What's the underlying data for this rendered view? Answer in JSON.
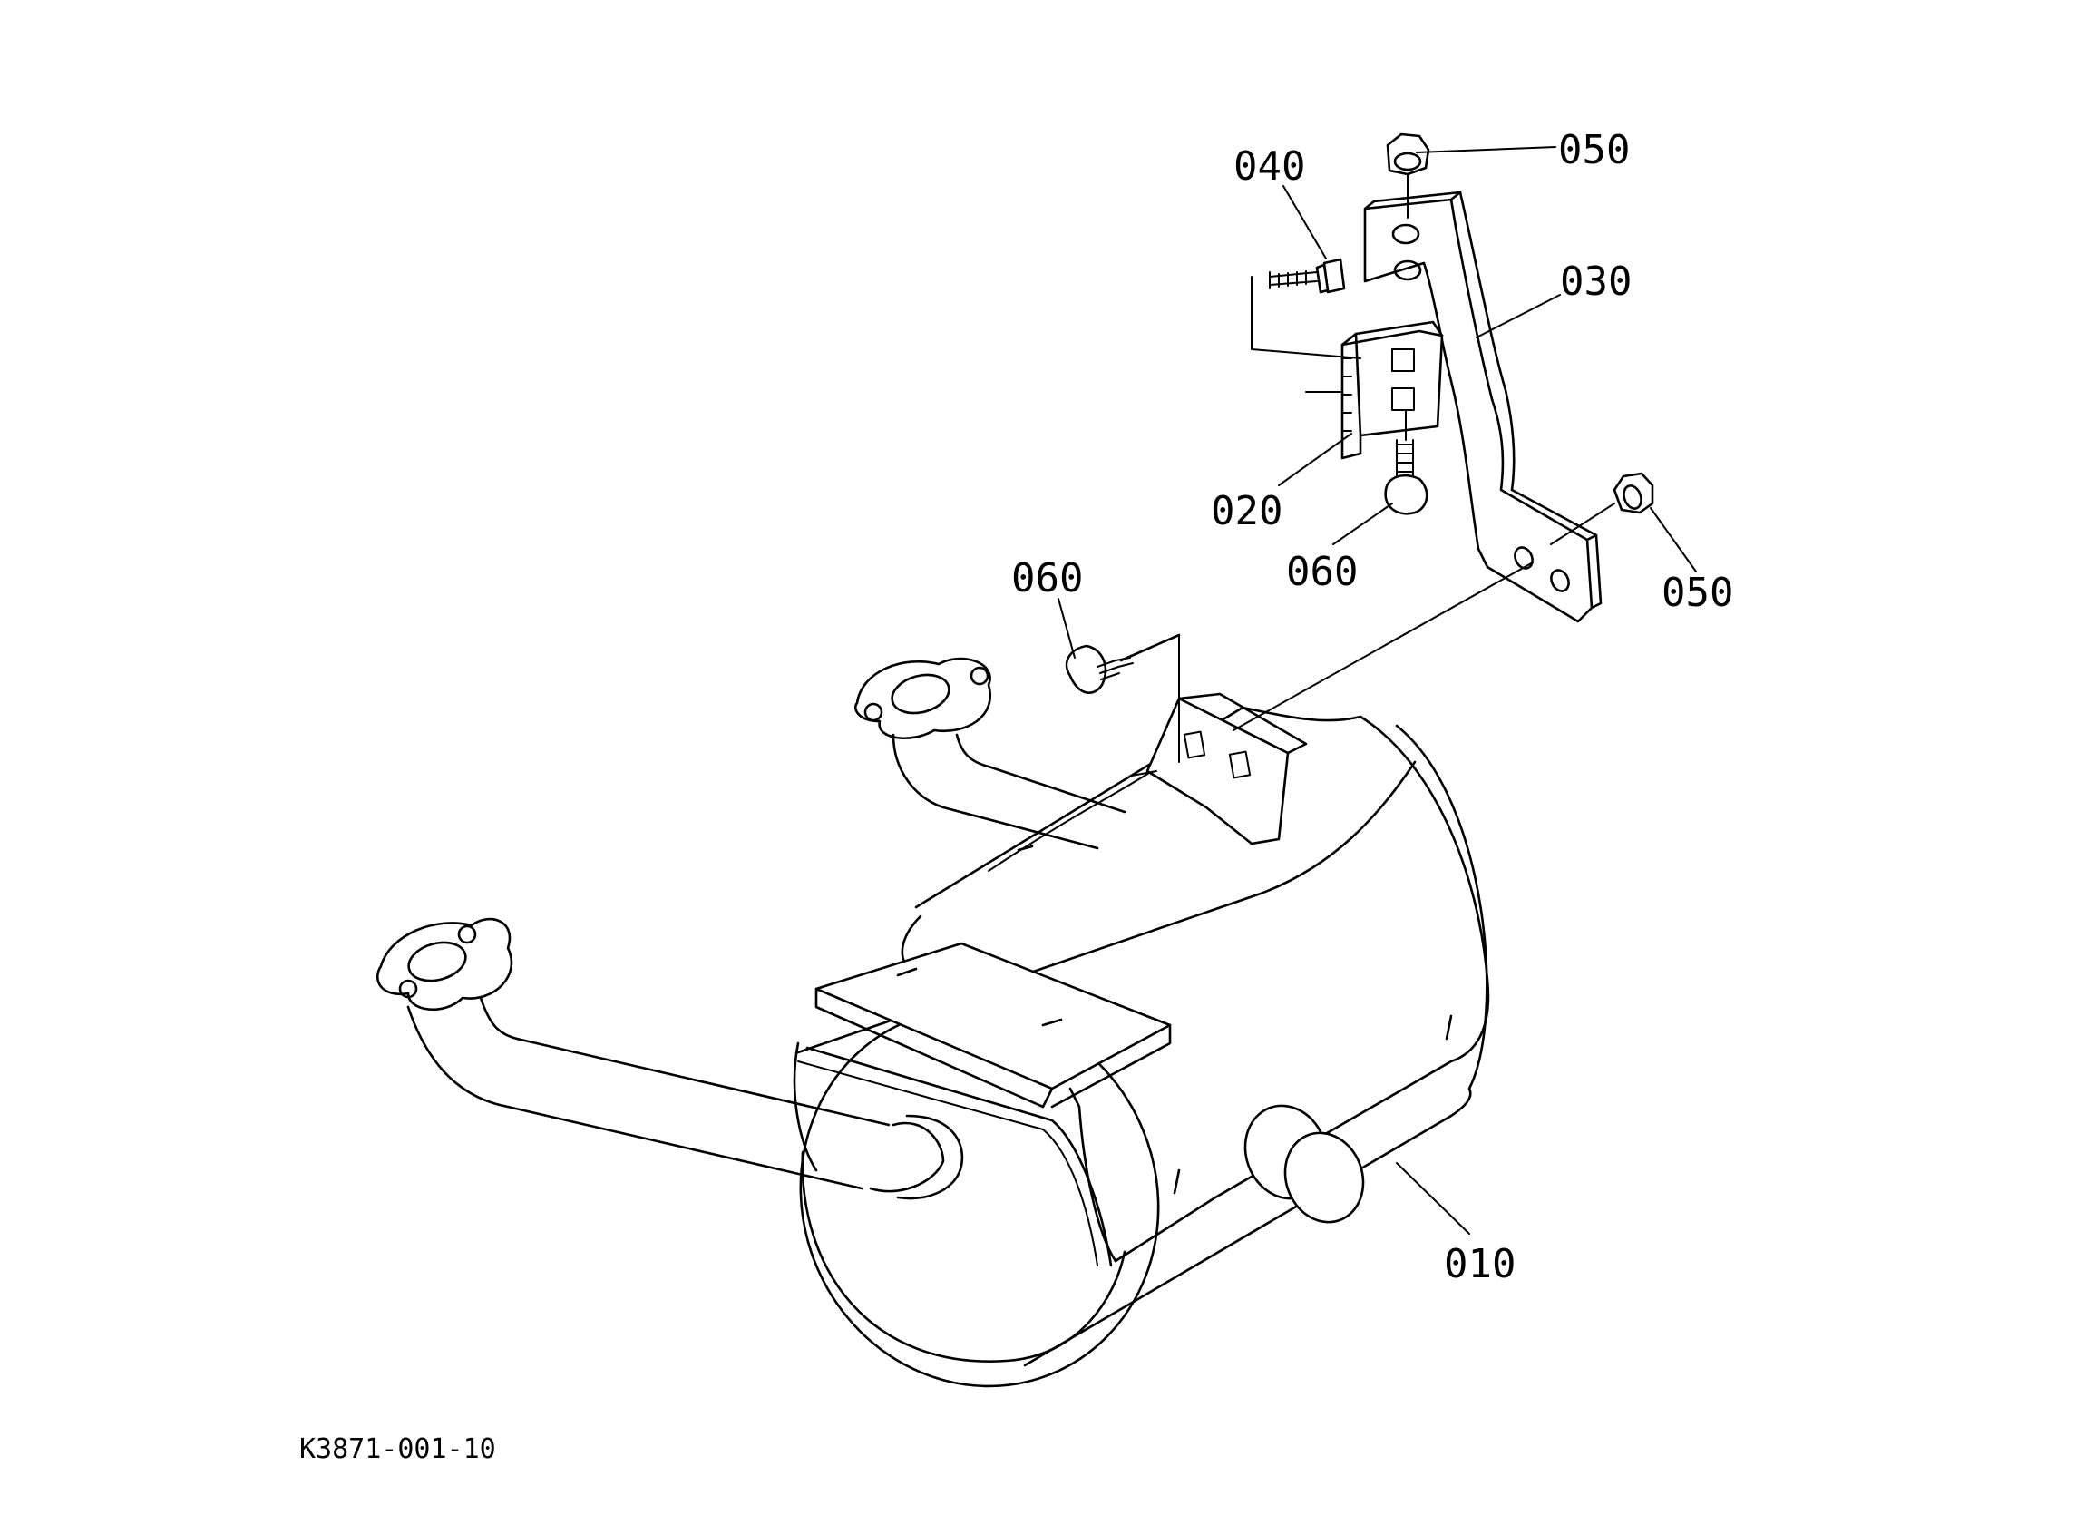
{
  "callouts": {
    "p010": "010",
    "p020": "020",
    "p030": "030",
    "p040": "040",
    "p050_top": "050",
    "p050_right": "050",
    "p060_bottom_bolt": "060",
    "p060_left_bolt": "060"
  },
  "drawing_code": "K3871-001-10"
}
